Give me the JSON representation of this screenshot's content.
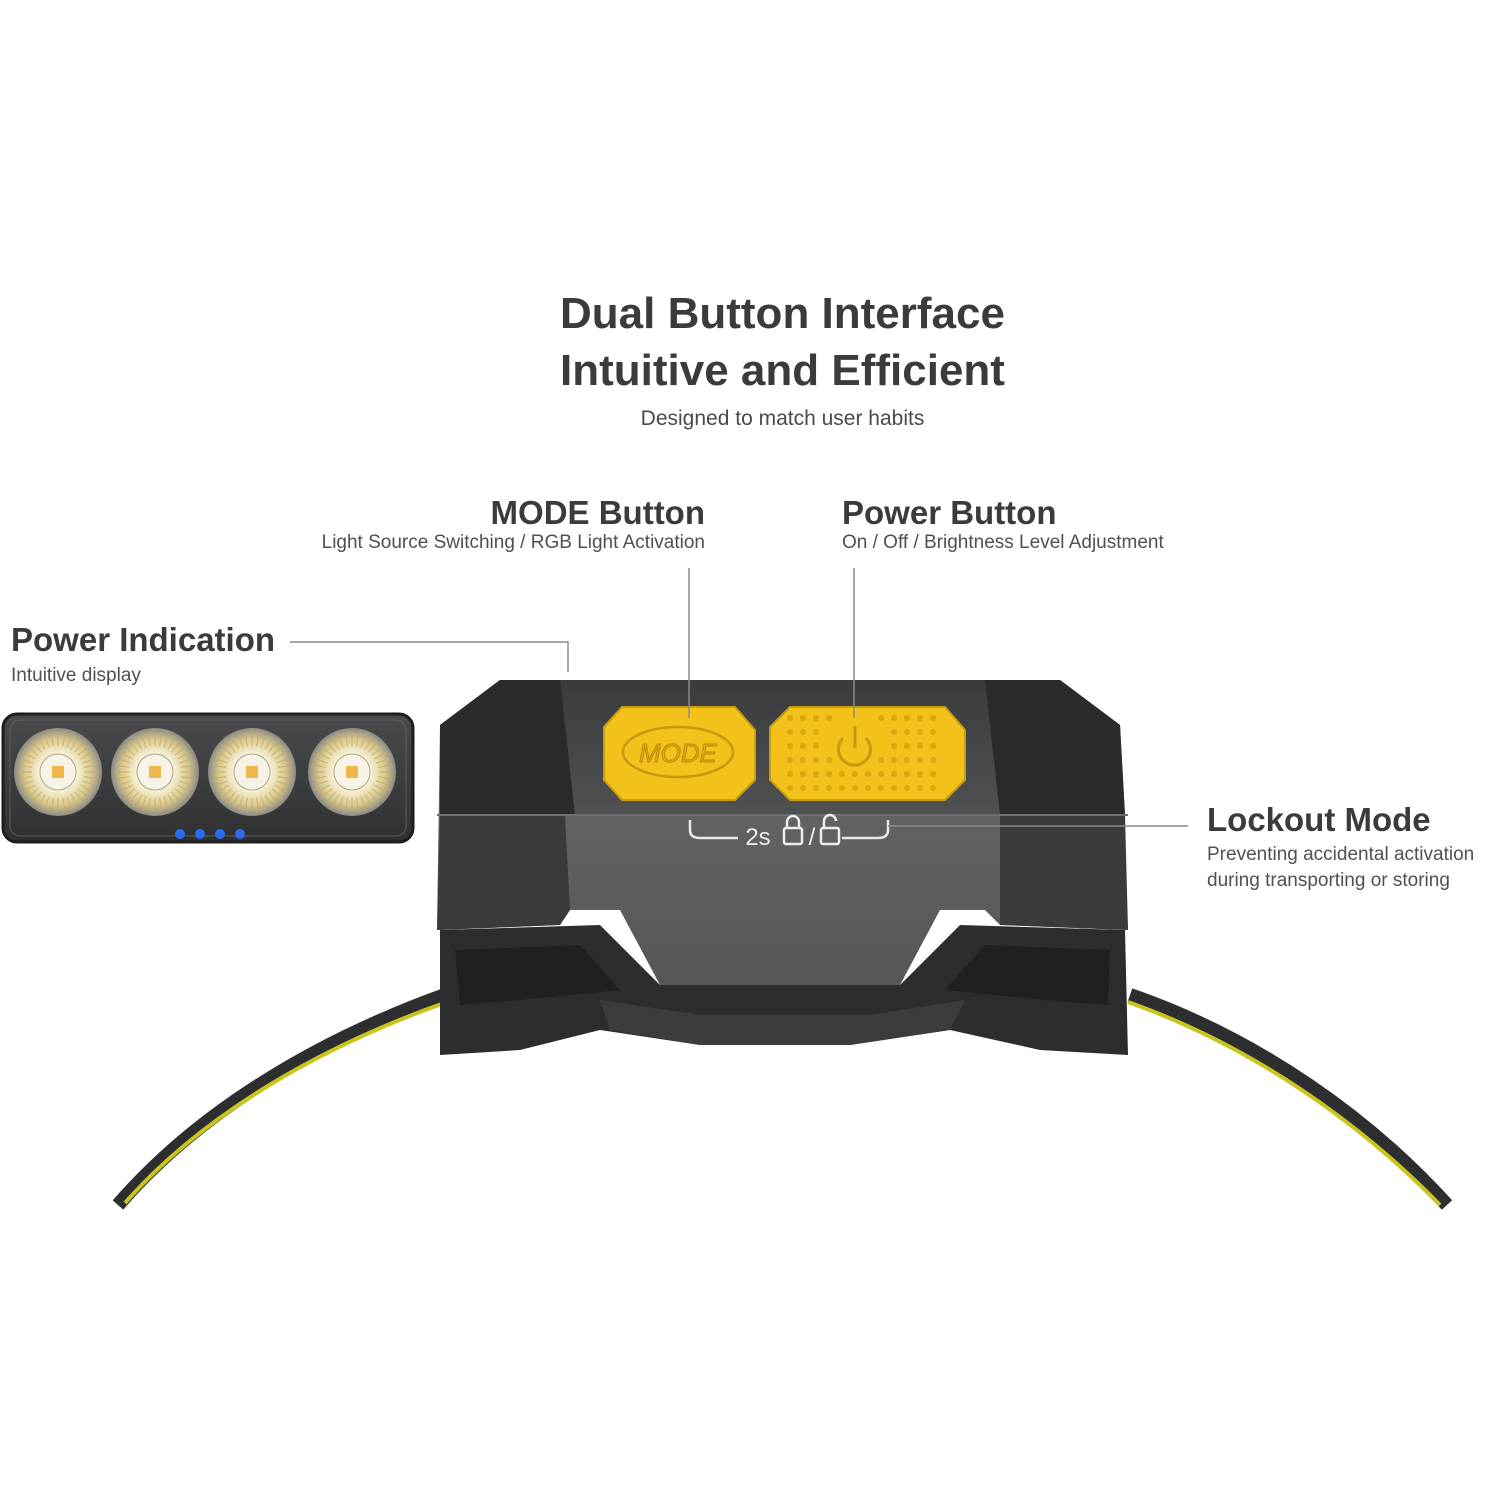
{
  "header": {
    "title_line1": "Dual Button Interface",
    "title_line2": "Intuitive and Efficient",
    "subtitle": "Designed to match user habits"
  },
  "callouts": {
    "mode": {
      "title": "MODE Button",
      "desc": "Light Source Switching / RGB Light Activation"
    },
    "power": {
      "title": "Power Button",
      "desc": "On / Off / Brightness Level Adjustment"
    },
    "indication": {
      "title": "Power Indication",
      "desc": "Intuitive display"
    },
    "lockout": {
      "title": "Lockout Mode",
      "desc_line1": "Preventing accidental activation",
      "desc_line2": "during transporting or storing"
    }
  },
  "device": {
    "mode_button_label": "MODE",
    "lock_hint": "2s",
    "battery_leds_lit": 4,
    "battery_leds_total": 4,
    "colors": {
      "button_yellow": "#f2c21b",
      "body_gray": "#5b5c5e",
      "body_dark": "#2e2f31",
      "led_blue": "#2a6cf0",
      "band_yellow": "#d8d21e"
    }
  }
}
